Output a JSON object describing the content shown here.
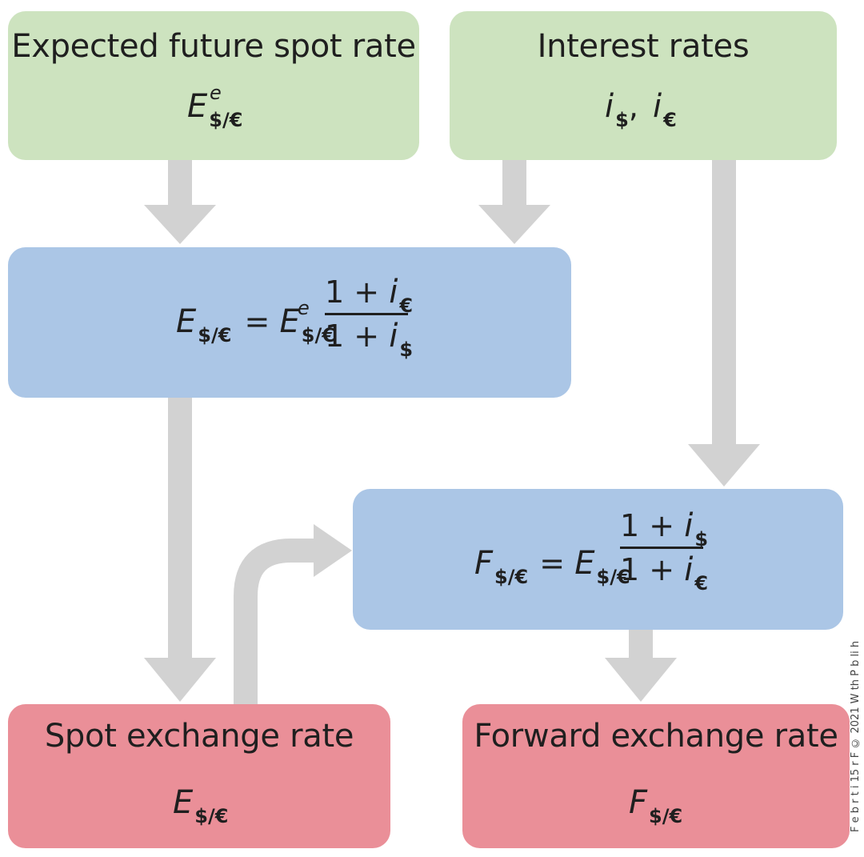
{
  "colors": {
    "green_box": "#cde3bf",
    "blue_box": "#abc6e6",
    "red_box": "#ea8f98",
    "arrow": "#d2d2d2"
  },
  "boxes": {
    "expected_spot": {
      "title": "Expected future spot rate",
      "symbol_letter": "E",
      "symbol_sup": "e",
      "symbol_sub": "$/€"
    },
    "interest_rates": {
      "title": "Interest rates",
      "i_letter": "i",
      "sub_dollar": "$",
      "separator": ",",
      "sub_euro": "€"
    },
    "uip_formula": {
      "lhs_letter": "E",
      "lhs_sub": "$/€",
      "equals": "=",
      "rhs_letter": "E",
      "rhs_sup": "e",
      "rhs_sub": "$/€",
      "numerator": "1 + ",
      "num_sub": "€",
      "denominator": "1 + ",
      "den_sub": "$"
    },
    "cip_formula": {
      "lhs_letter": "F",
      "lhs_sub": "$/€",
      "equals": "=",
      "rhs_letter": "E",
      "rhs_sub": "$/€",
      "numerator": "1 + ",
      "num_sub": "$",
      "denominator": "1 + ",
      "den_sub": "€"
    },
    "spot_rate": {
      "title": "Spot exchange rate",
      "symbol_letter": "E",
      "symbol_sub": "$/€"
    },
    "forward_rate": {
      "title": "Forward exchange rate",
      "symbol_letter": "F",
      "symbol_sub": "$/€"
    }
  },
  "side_credit": "F e b   r t     i   15    r  F  © 2021 W  th P b li h"
}
